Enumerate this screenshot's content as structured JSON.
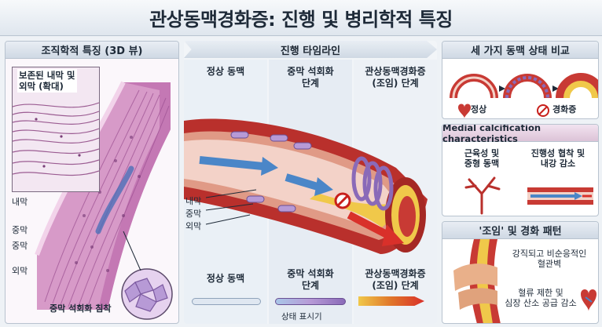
{
  "title": "관상동맥경화증: 진행 및 병리학적 특징",
  "left_panel": {
    "title": "조직학적 특징 (3D 뷰)",
    "inset_label": "보존된 내막 및\n외막 (확대)",
    "layers": [
      "내막",
      "중막",
      "외막"
    ],
    "layers_side": [
      "중막",
      "외막"
    ],
    "intima_label": "내막",
    "calcification_label": "중막 석회화 침착"
  },
  "timeline": {
    "title": "진행 타임라인",
    "stages_top": [
      "정상 동맥",
      "중막 석회화\n단계",
      "관상동맥경화증\n(조임) 단계"
    ],
    "stages_bottom": [
      "정상 동맥",
      "중막 석회화\n단계",
      "관상동맥경화증\n(조임) 단계"
    ],
    "layer_labels": [
      "내막",
      "중막",
      "외막"
    ],
    "indicator_label": "상태 표시기"
  },
  "compare_panel": {
    "title": "세 가지 동맥 상태 비교",
    "normal_label": "정상",
    "sclerosis_label": "경화증"
  },
  "medial_panel": {
    "title": "Medial calcification characteristics",
    "left_caption": "근육성 및\n중형 동맥",
    "right_caption": "진행성 협착 및\n내강 감소"
  },
  "pattern_panel": {
    "title": "'조임' 및 경화 패턴",
    "caption_1": "강직되고 비순응적인\n혈관벽",
    "caption_2": "혈류 제한 및\n심장 산소 공급 감소"
  },
  "colors": {
    "artery_red": "#c83a34",
    "tissue_pink": "#d88fc4",
    "plaque_yellow": "#f0c84a",
    "calcium_purple": "#8a6ab8",
    "flow_blue": "#4a86c8"
  }
}
